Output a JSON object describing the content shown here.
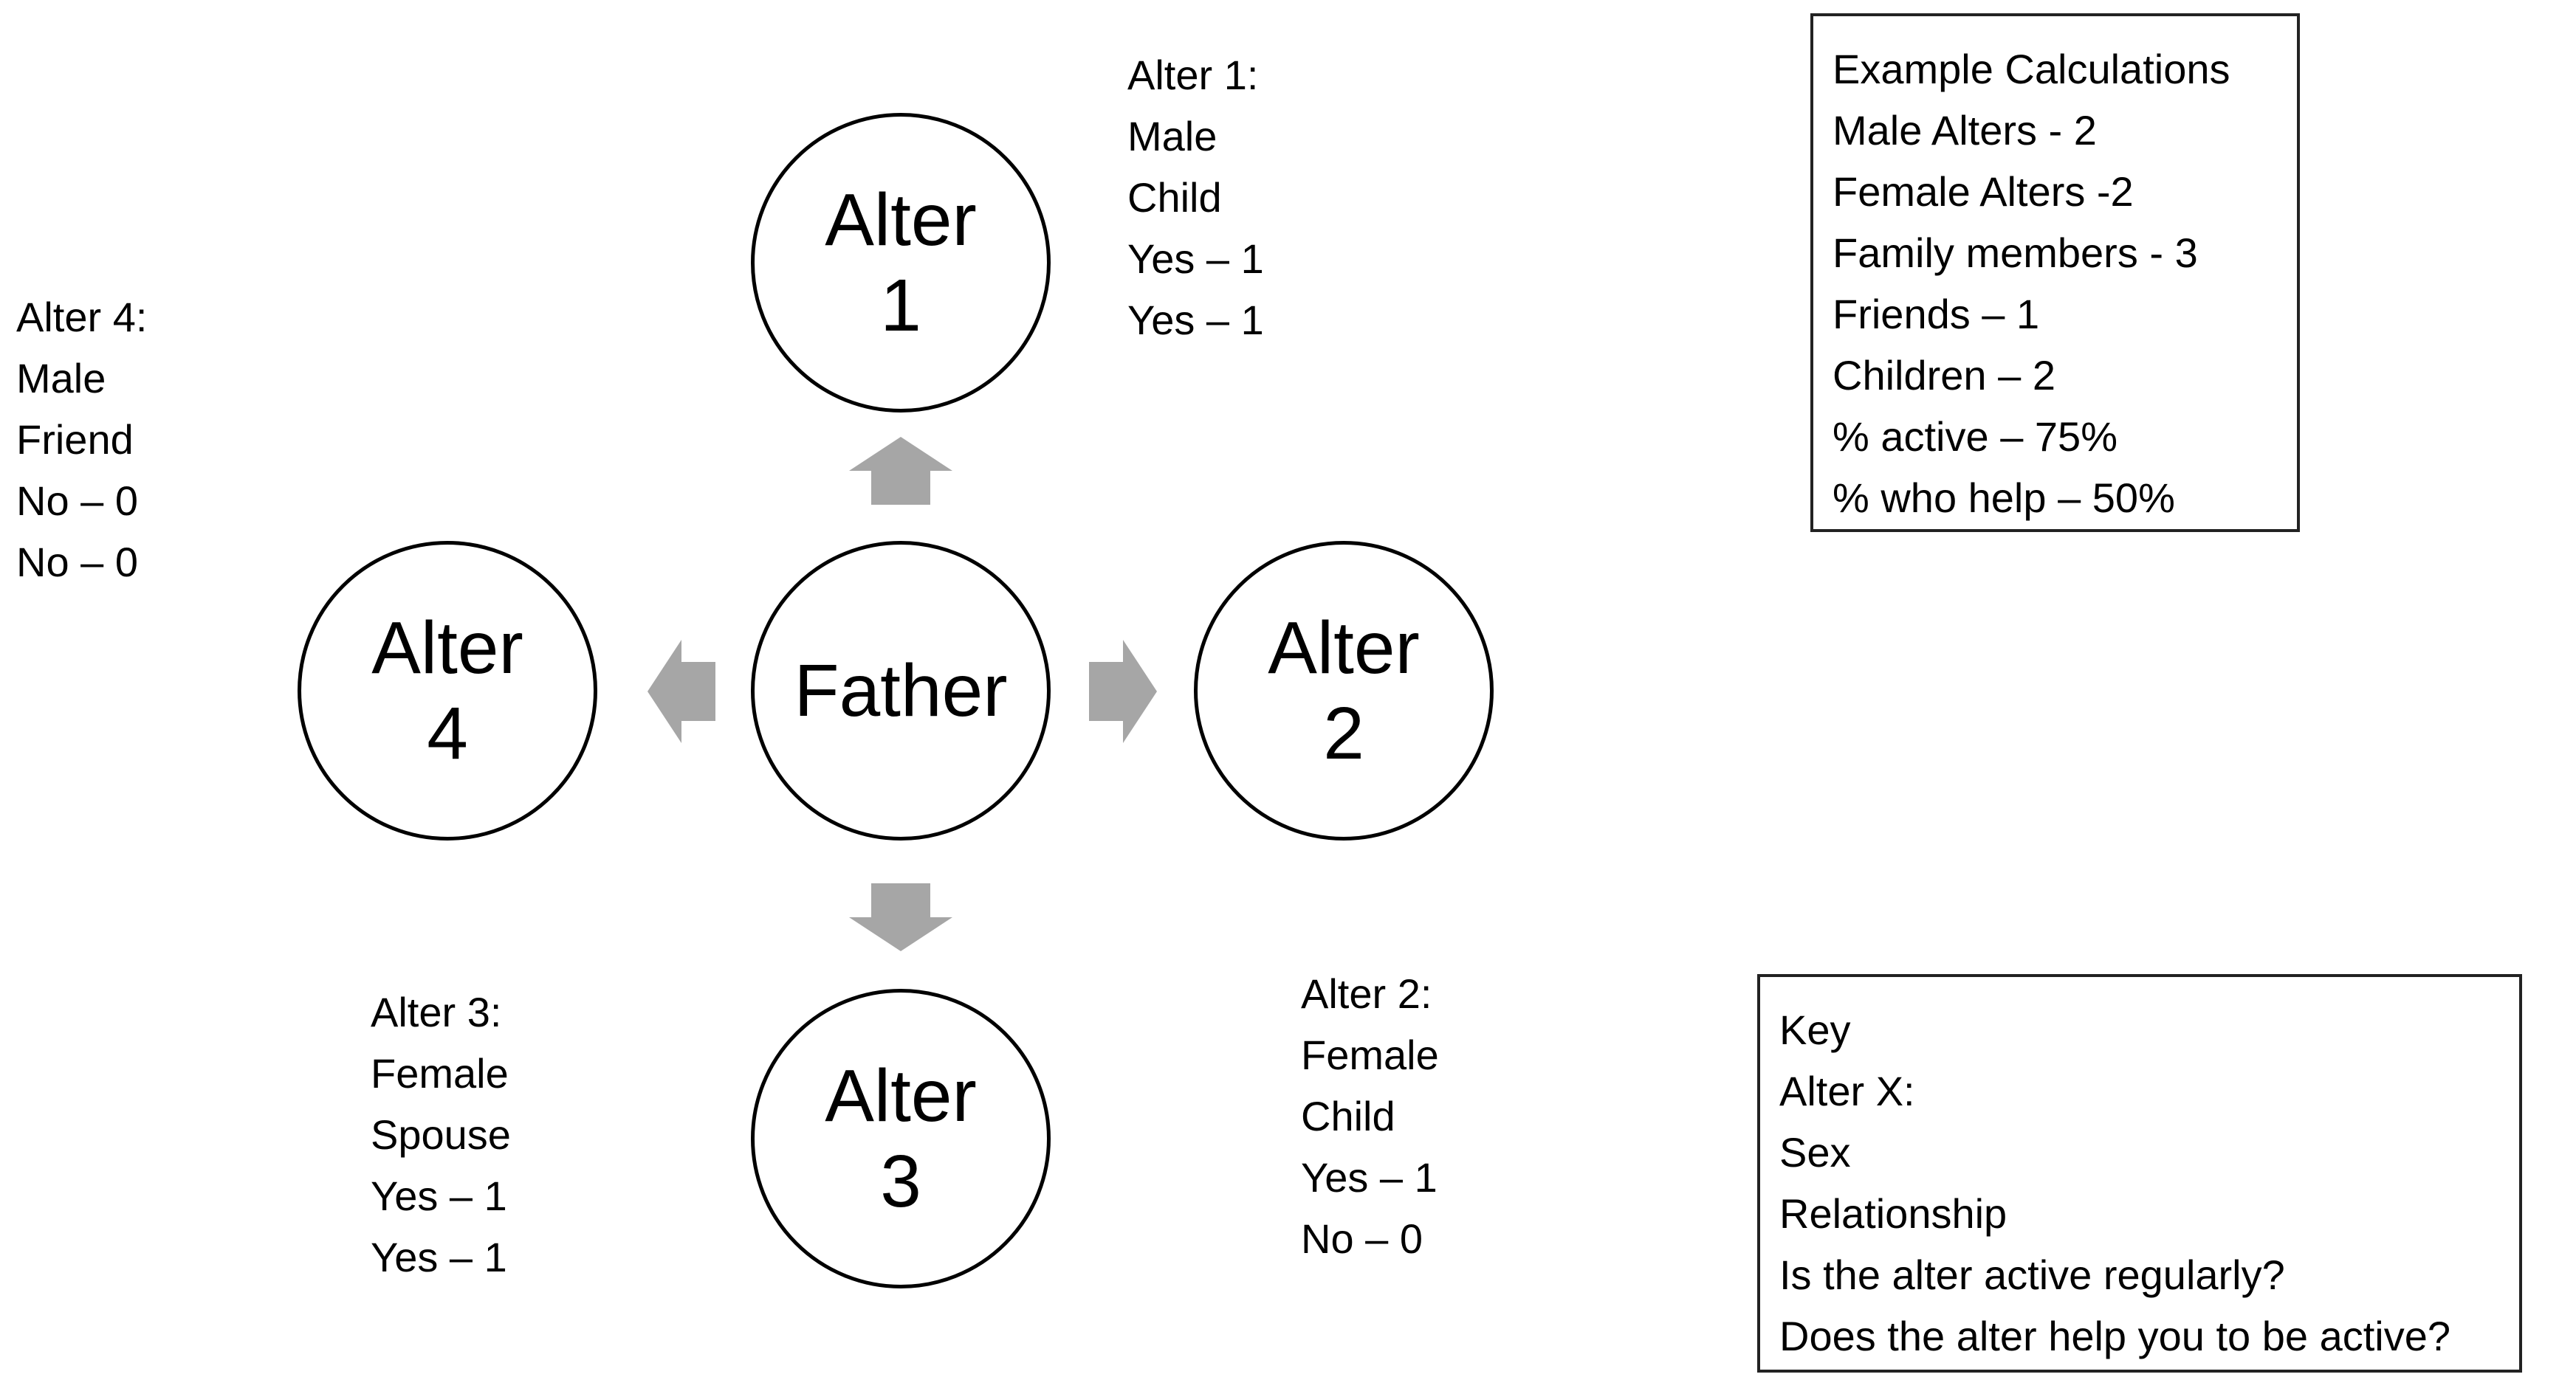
{
  "nodes": {
    "father": {
      "label": "Father"
    },
    "alter1": {
      "line1": "Alter",
      "line2": "1"
    },
    "alter2": {
      "line1": "Alter",
      "line2": "2"
    },
    "alter3": {
      "line1": "Alter",
      "line2": "3"
    },
    "alter4": {
      "line1": "Alter",
      "line2": "4"
    }
  },
  "labels": {
    "alter1": [
      "Alter 1:",
      "Male",
      "Child",
      "Yes – 1",
      "Yes – 1"
    ],
    "alter2": [
      "Alter 2:",
      "Female",
      "Child",
      "Yes – 1",
      "No – 0"
    ],
    "alter3": [
      "Alter 3:",
      "Female",
      "Spouse",
      "Yes – 1",
      "Yes – 1"
    ],
    "alter4": [
      "Alter 4:",
      "Male",
      "Friend",
      "No – 0",
      "No – 0"
    ]
  },
  "calculations": {
    "lines": [
      "Example Calculations",
      "Male Alters - 2",
      "Female Alters -2",
      "Family members - 3",
      "Friends – 1",
      "Children – 2",
      "% active – 75%",
      "% who help – 50%"
    ]
  },
  "key": {
    "lines": [
      "Key",
      "Alter X:",
      "Sex",
      "Relationship",
      "Is the alter active regularly?",
      "Does the alter help you to be active?"
    ]
  },
  "colors": {
    "arrow": "#a6a6a6",
    "circle_border": "#000000",
    "box_border": "#222222"
  }
}
